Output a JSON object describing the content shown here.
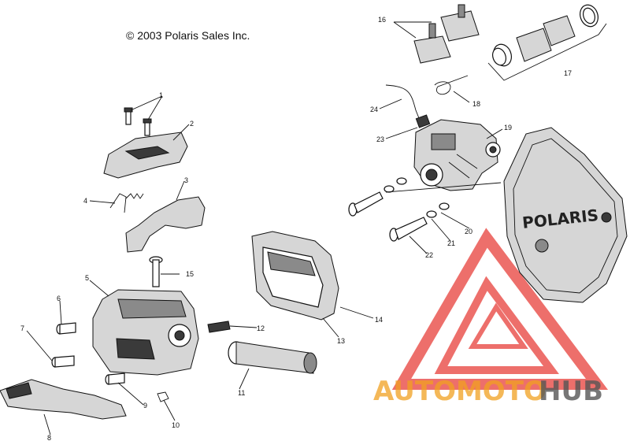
{
  "copyright": "© 2003 Polaris Sales Inc.",
  "callouts": {
    "c1": "1",
    "c2": "2",
    "c3": "3",
    "c4": "4",
    "c5": "5",
    "c6": "6",
    "c7": "7",
    "c8": "8",
    "c9": "9",
    "c10": "10",
    "c11": "11",
    "c12": "12",
    "c13": "13",
    "c14": "14",
    "c15": "15",
    "c16": "16",
    "c17": "17",
    "c18": "18",
    "c19": "19",
    "c20": "20",
    "c21": "21",
    "c22": "22",
    "c23": "23",
    "c24": "24"
  },
  "cover_logo": "POLARIS",
  "watermark": {
    "part1": "AUTOMOTO",
    "part2": "HUB",
    "color_triangle": "#e8403a",
    "color_part1": "#f0a020",
    "color_part2": "#555555"
  }
}
